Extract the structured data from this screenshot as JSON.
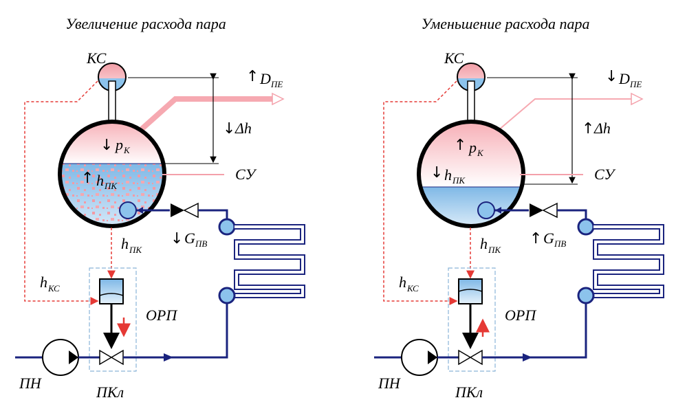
{
  "left_panel": {
    "title": "Увеличение расхода пара",
    "drum_label": "КС",
    "steam_arrow": "↑",
    "steam_var": "D",
    "steam_sub": "ПЕ",
    "dh_arrow": "↓",
    "dh_var": "Δh",
    "pressure_arrow": "↓",
    "pressure_var": "p",
    "pressure_sub": "К",
    "level_arrow": "↑",
    "level_var": "h",
    "level_sub": "ПК",
    "normal_level": "СУ",
    "feed_arrow": "↓",
    "feed_var": "G",
    "feed_sub": "ПВ",
    "signal_h_var": "h",
    "signal_h_sub": "ПК",
    "signal_ks_var": "h",
    "signal_ks_sub": "КС",
    "regulator_label": "ОРП",
    "pump_label": "ПН",
    "valve_label": "ПКл"
  },
  "right_panel": {
    "title": "Уменьшение расхода пара",
    "drum_label": "КС",
    "steam_arrow": "↓",
    "steam_var": "D",
    "steam_sub": "ПЕ",
    "dh_arrow": "↑",
    "dh_var": "Δh",
    "pressure_arrow": "↑",
    "pressure_var": "p",
    "pressure_sub": "К",
    "level_arrow": "↓",
    "level_var": "h",
    "level_sub": "ПК",
    "normal_level": "СУ",
    "feed_arrow": "↑",
    "feed_var": "G",
    "feed_sub": "ПВ",
    "signal_h_var": "h",
    "signal_h_sub": "ПК",
    "signal_ks_var": "h",
    "signal_ks_sub": "КС",
    "regulator_label": "ОРП",
    "pump_label": "ПН",
    "valve_label": "ПКл"
  },
  "colors": {
    "pipe": "#1a237e",
    "steam": "#f4a0aa",
    "water": "#8cc3ec",
    "signal": "#e53935",
    "regulator_border": "#8ab4d8"
  }
}
